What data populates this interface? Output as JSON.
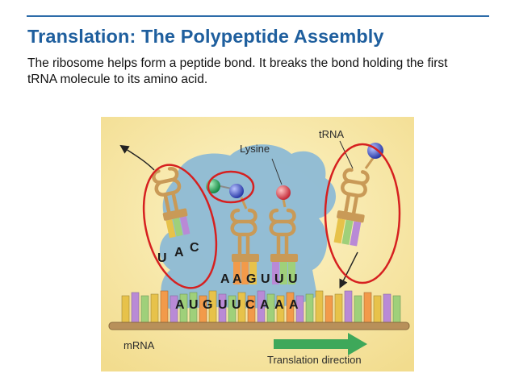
{
  "slide": {
    "title": "Translation: The Polypeptide Assembly",
    "body": "The ribosome helps form a peptide bond. It breaks the bond holding the first tRNA molecule to its amino acid."
  },
  "figure": {
    "labels": {
      "lysine": "Lysine",
      "trna": "tRNA",
      "mrna": "mRNA",
      "direction": "Translation direction"
    },
    "anticodons": {
      "leaving": [
        "U",
        "A",
        "C"
      ],
      "site_a": [
        "A",
        "A",
        "G"
      ],
      "site_b": [
        "U",
        "U",
        "U"
      ]
    },
    "codons": [
      "A",
      "U",
      "G",
      "U",
      "U",
      "C",
      "A",
      "A",
      "A"
    ],
    "highlight_count": 3
  },
  "colors": {
    "title": "#1f5f9e",
    "rule": "#2d6ca9",
    "ribosome": "#8ab8d6",
    "background": "#f7e7a6",
    "highlight": "#d62020",
    "trna": "#c99a57",
    "amino_blue": "#3c4ec2",
    "amino_green": "#26a65a",
    "amino_red": "#d8404a",
    "arrow": "#3ea85a"
  }
}
